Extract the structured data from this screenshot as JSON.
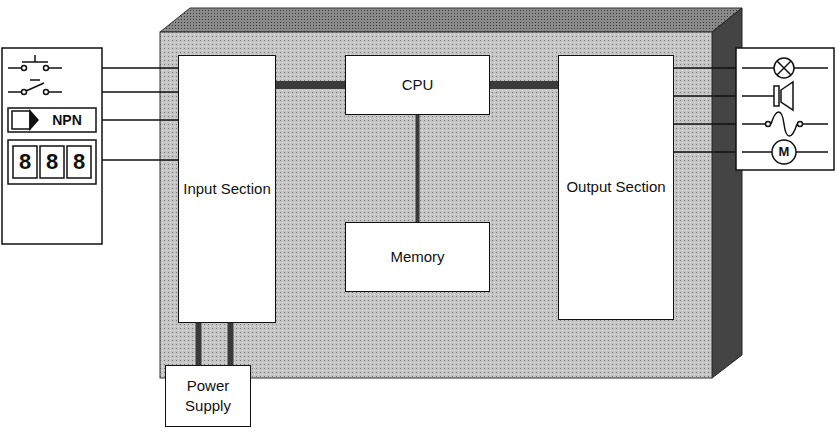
{
  "diagram": {
    "nodes": [
      {
        "text": [
          "Input Section"
        ]
      },
      {
        "text": [
          "CPU"
        ]
      },
      {
        "text": [
          "Memory"
        ]
      },
      {
        "text": [
          "Output Section"
        ]
      },
      {
        "text": [
          "Power Supply"
        ]
      }
    ],
    "edges": [
      {
        "from": 0,
        "to": 1,
        "arrow": "none"
      },
      {
        "from": 1,
        "to": 2,
        "arrow": "none"
      },
      {
        "from": 1,
        "to": 3,
        "arrow": "none"
      },
      {
        "from": 4,
        "to": 0,
        "arrow": "none"
      }
    ],
    "labels": [
      "NPN",
      "8",
      "8",
      "8",
      "M"
    ]
  }
}
